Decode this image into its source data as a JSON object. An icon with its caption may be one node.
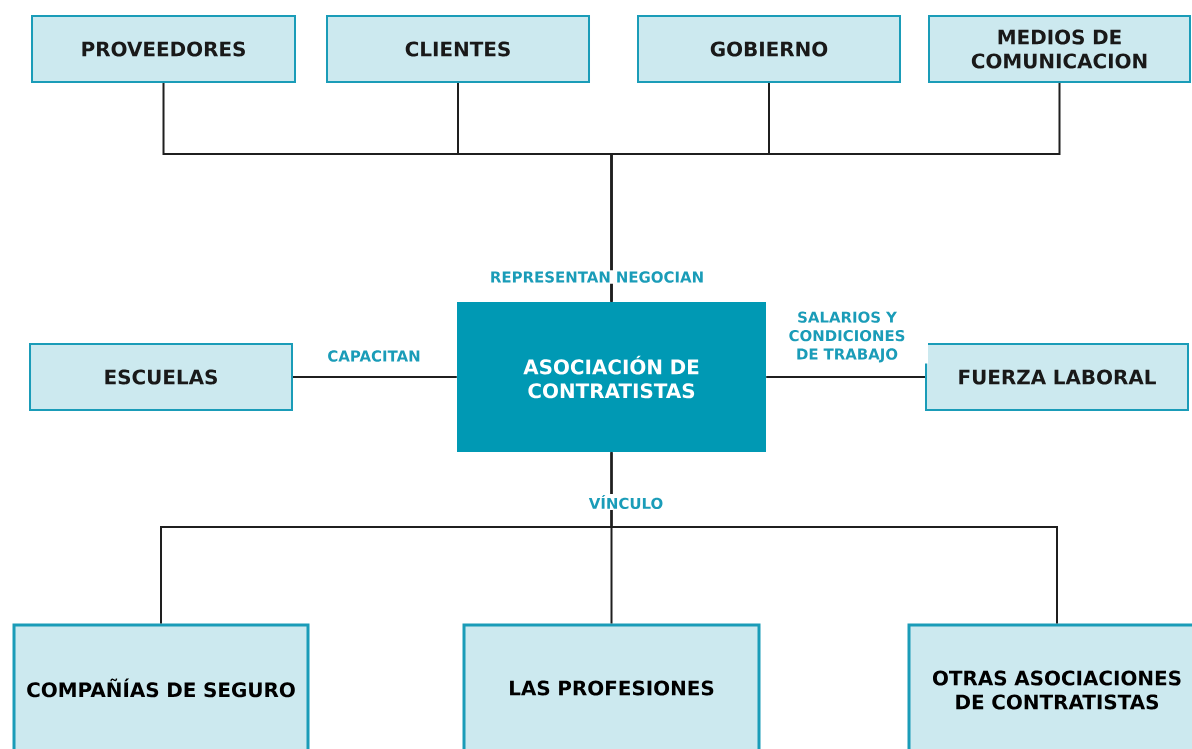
{
  "diagram": {
    "nodes": [
      {
        "text": [
          "PROVEEDORES"
        ]
      },
      {
        "text": [
          "CLIENTES"
        ]
      },
      {
        "text": [
          "GOBIERNO"
        ]
      },
      {
        "text": [
          "MEDIOS DE COMUNICACION"
        ]
      },
      {
        "text": [
          "ESCUELAS"
        ]
      },
      {
        "text": [
          "ASOCIACIÓN DE CONTRATISTAS"
        ]
      },
      {
        "text": [
          "FUERZA LABORAL"
        ]
      },
      {
        "text": [
          "COMPAÑÍAS DE SEGURO"
        ]
      },
      {
        "text": [
          "LAS PROFESIONES"
        ]
      },
      {
        "text": [
          "OTRAS ASOCIACIONES DE CONTRATISTAS"
        ]
      }
    ],
    "edges": [
      {
        "from": 5,
        "to": 0,
        "arrow": "none",
        "label": "REPRESENTAN NEGOCIAN"
      },
      {
        "from": 5,
        "to": 1,
        "arrow": "none"
      },
      {
        "from": 5,
        "to": 2,
        "arrow": "none"
      },
      {
        "from": 5,
        "to": 3,
        "arrow": "none"
      },
      {
        "from": 5,
        "to": 4,
        "arrow": "none",
        "label": "CAPACITAN"
      },
      {
        "from": 5,
        "to": 6,
        "arrow": "none",
        "label": "SALARIOS Y CONDICIONES DE TRABAJO"
      },
      {
        "from": 5,
        "to": 7,
        "arrow": "none",
        "label": "VÍNCULO"
      },
      {
        "from": 5,
        "to": 8,
        "arrow": "none"
      },
      {
        "from": 5,
        "to": 9,
        "arrow": "none"
      }
    ]
  }
}
